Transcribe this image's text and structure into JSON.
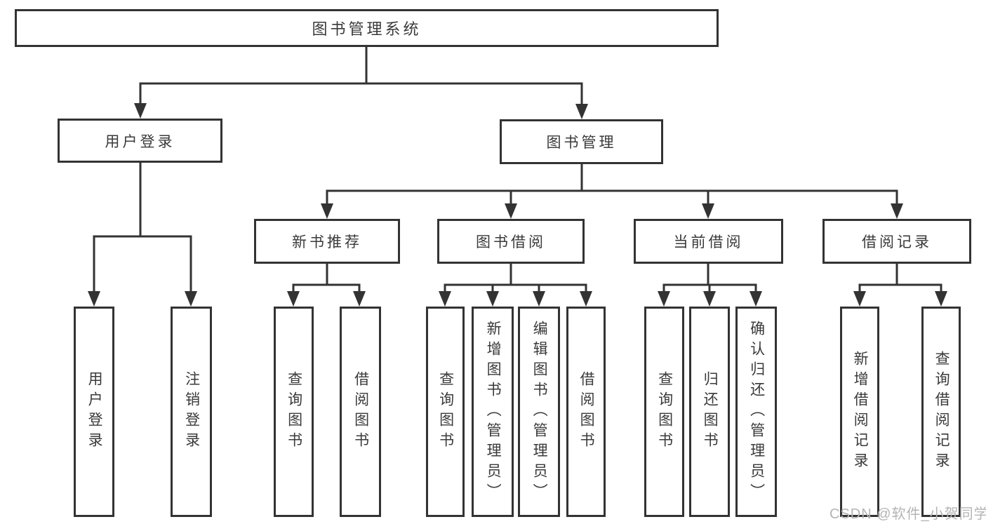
{
  "diagram": {
    "root": {
      "label": "图书管理系统"
    },
    "branches": [
      {
        "label": "用户登录",
        "children": [
          {
            "label": "用户登录"
          },
          {
            "label": "注销登录"
          }
        ]
      },
      {
        "label": "图书管理",
        "children": [
          {
            "label": "新书推荐",
            "children": [
              {
                "label": "查询图书"
              },
              {
                "label": "借阅图书"
              }
            ]
          },
          {
            "label": "图书借阅",
            "children": [
              {
                "label": "查询图书"
              },
              {
                "label": "新增图书（管理员）"
              },
              {
                "label": "编辑图书（管理员）"
              },
              {
                "label": "借阅图书"
              }
            ]
          },
          {
            "label": "当前借阅",
            "children": [
              {
                "label": "查询图书"
              },
              {
                "label": "归还图书"
              },
              {
                "label": "确认归还（管理员）"
              }
            ]
          },
          {
            "label": "借阅记录",
            "children": [
              {
                "label": "新增借阅记录"
              },
              {
                "label": "查询借阅记录"
              }
            ]
          }
        ]
      }
    ],
    "watermark": "CSDN @软件_小贺同学",
    "colors": {
      "line": "#333333",
      "text": "#3a3a3a",
      "background": "#ffffff",
      "watermark": "#b4b4b4"
    }
  }
}
